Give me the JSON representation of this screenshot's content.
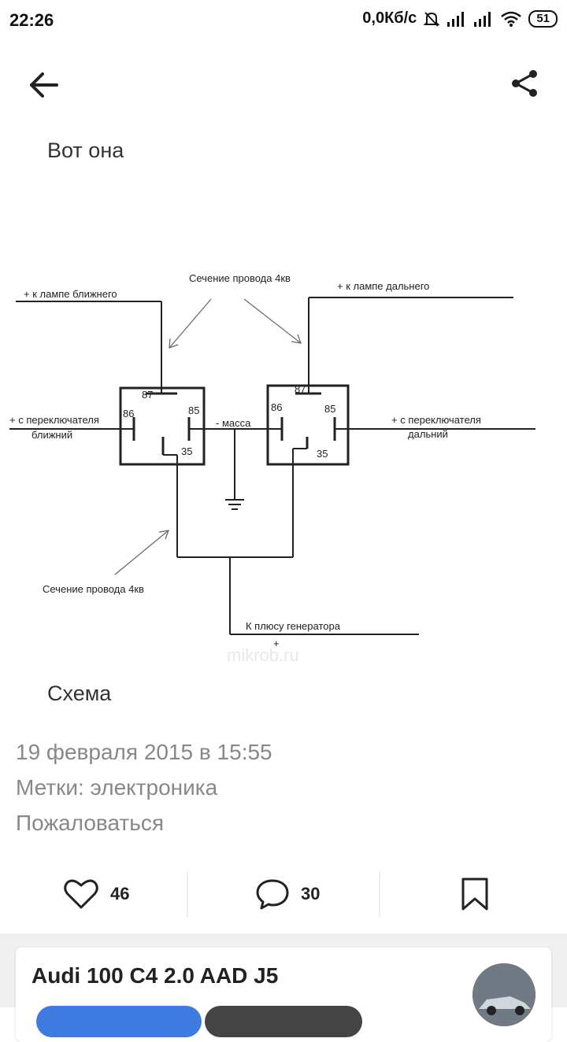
{
  "status_bar": {
    "time": "22:26",
    "network_speed": "0,0Кб/с",
    "battery": "51"
  },
  "header": {
    "back_icon": "arrow-left-icon",
    "share_icon": "share-icon"
  },
  "post": {
    "caption_top": "Вот она",
    "caption_bottom": "Схема",
    "date": "19 февраля 2015 в 15:55",
    "tags": "Метки: электроника",
    "report": "Пожаловаться"
  },
  "diagram_labels": {
    "wire_section_top": "Сечение провода 4кв",
    "to_low_lamp": "+ к лампе ближнего",
    "to_high_lamp": "+ к лампе дальнего",
    "from_switch_low": "+ с переключателя",
    "low": "ближний",
    "ground": "- масса",
    "from_switch_high": "+ с переключателя",
    "high": "дальний",
    "wire_section_bottom": "Сечение провода 4кв",
    "to_generator": "К плюсу генератора",
    "plus": "+",
    "pin_87": "87",
    "pin_86": "86",
    "pin_85": "85",
    "pin_35": "35",
    "watermark": "mikrob.ru"
  },
  "actions": {
    "likes": "46",
    "comments": "30",
    "like_icon": "heart-icon",
    "comment_icon": "comment-icon",
    "bookmark_icon": "bookmark-icon"
  },
  "related": {
    "title": "Audi 100 C4 2.0 AAD J5"
  }
}
